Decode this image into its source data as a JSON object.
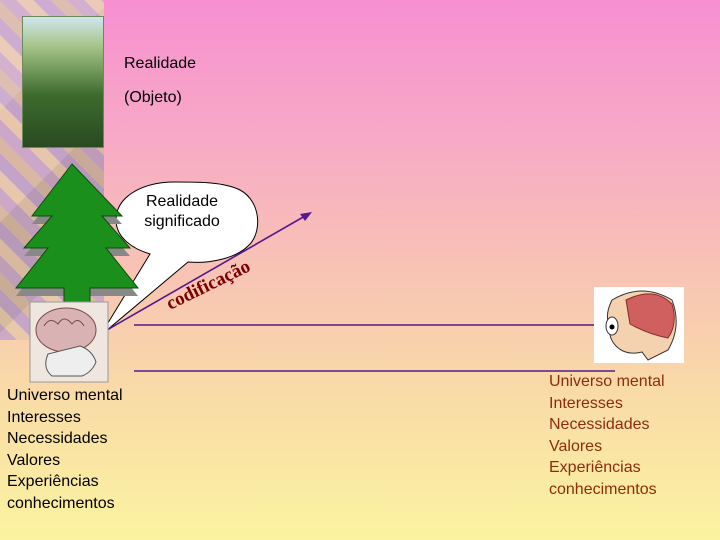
{
  "reality": {
    "line1": "Realidade",
    "line2": "(Objeto)"
  },
  "bubble": {
    "line1": "Realidade",
    "line2": "significado"
  },
  "codificacao": "codificação",
  "left_list": [
    "Universo mental",
    "Interesses",
    "Necessidades",
    "Valores",
    "Experiências",
    "conhecimentos"
  ],
  "right_list": [
    "Universo mental",
    "Interesses",
    "Necessidades",
    "Valores",
    "Experiências",
    "conhecimentos"
  ],
  "colors": {
    "tree": "#1b8f1b",
    "arrow": "#551a8b",
    "right_text": "#8b2d0b",
    "codificacao": "#7a0000"
  }
}
